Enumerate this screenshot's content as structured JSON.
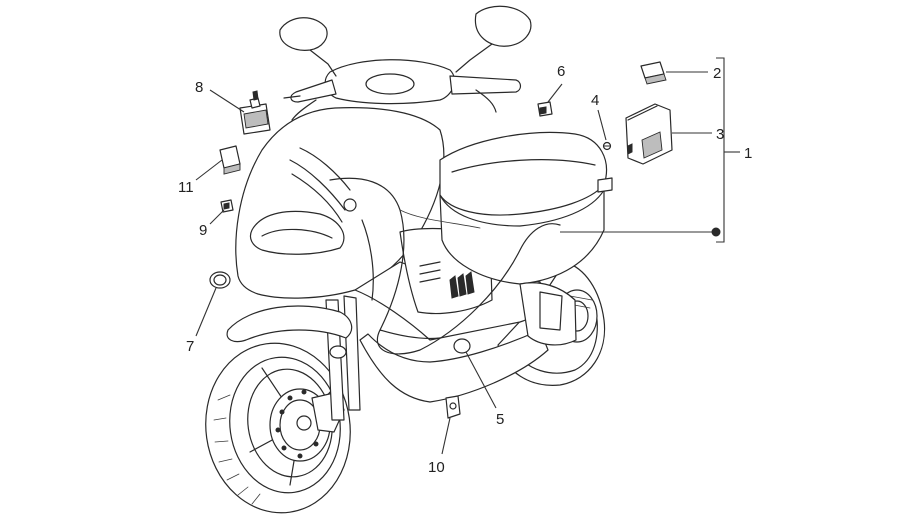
{
  "callouts": [
    {
      "id": "1",
      "label": "1"
    },
    {
      "id": "2",
      "label": "2"
    },
    {
      "id": "3",
      "label": "3"
    },
    {
      "id": "4",
      "label": "4"
    },
    {
      "id": "5",
      "label": "5"
    },
    {
      "id": "6",
      "label": "6"
    },
    {
      "id": "7",
      "label": "7"
    },
    {
      "id": "8",
      "label": "8"
    },
    {
      "id": "9",
      "label": "9"
    },
    {
      "id": "10",
      "label": "10"
    },
    {
      "id": "11",
      "label": "11"
    }
  ],
  "colors": {
    "line": "#2a2a2a",
    "background": "#ffffff"
  }
}
